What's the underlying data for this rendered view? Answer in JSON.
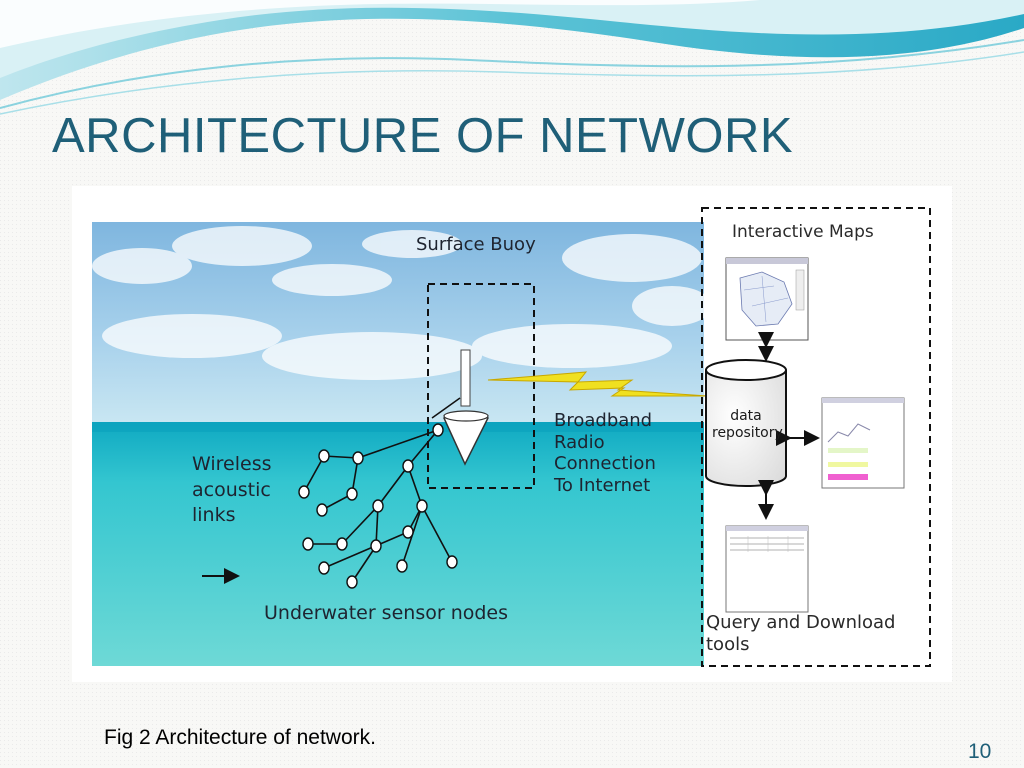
{
  "slide": {
    "title": "ARCHITECTURE OF NETWORK",
    "caption": "Fig 2  Architecture of network.",
    "page_number": "10"
  },
  "diagram": {
    "surface_buoy_label": "Surface Buoy",
    "broadband_label": [
      "Broadband",
      "Radio",
      "Connection",
      "To Internet"
    ],
    "wireless_label": [
      "Wireless",
      "acoustic",
      "links"
    ],
    "sensor_nodes_label": "Underwater sensor nodes",
    "interactive_maps_label": "Interactive Maps",
    "data_repository_label": [
      "data",
      "repository"
    ],
    "query_tools_label": [
      "Query and Download",
      "tools"
    ]
  },
  "colors": {
    "title": "#1f5f78",
    "sky_top": "#7fb4dc",
    "sea": "#2fc4cf",
    "lightning": "#f0e020",
    "dashed_border": "#1a1a1a"
  }
}
